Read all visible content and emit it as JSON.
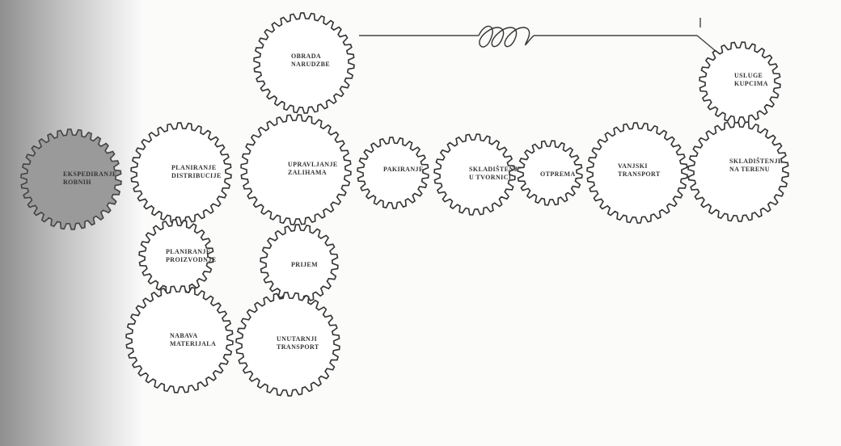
{
  "diagram": {
    "gears": [
      {
        "id": "ekspediranje",
        "lines": [
          "EKSPEDIRANJE",
          "ROBNIH"
        ],
        "shaded": true
      },
      {
        "id": "planiranje-distribucije",
        "lines": [
          "PLANIRANJE",
          "DISTRIBUCIJE"
        ]
      },
      {
        "id": "upravljanje-zalihama",
        "lines": [
          "UPRAVLJANJE",
          "ZALIHAMA"
        ]
      },
      {
        "id": "obrada-narudzbe",
        "lines": [
          "OBRADA",
          "NARUDZBE"
        ]
      },
      {
        "id": "pakiranje",
        "lines": [
          "PAKIRANJE"
        ]
      },
      {
        "id": "skladistenje-u-tvornici",
        "lines": [
          "SKLADIŠTENJE",
          "U TVORNICI"
        ]
      },
      {
        "id": "otprema",
        "lines": [
          "OTPREMA"
        ]
      },
      {
        "id": "vanjski-transport",
        "lines": [
          "VANJSKI",
          "TRANSPORT"
        ]
      },
      {
        "id": "skladistenje-na-terenu",
        "lines": [
          "SKLADIŠTENJE",
          "NA TERENU"
        ]
      },
      {
        "id": "usluge-kupcima",
        "lines": [
          "USLUGE",
          "KUPCIMA"
        ]
      },
      {
        "id": "planiranje-proizvodnje",
        "lines": [
          "PLANIRANJE",
          "PROIZVODNJE"
        ]
      },
      {
        "id": "prijem",
        "lines": [
          "PRIJEM"
        ]
      },
      {
        "id": "nabava-materijala",
        "lines": [
          "NABAVA",
          "MATERIJALA"
        ]
      },
      {
        "id": "unutarnji-transport",
        "lines": [
          "UNUTARNJI",
          "TRANSPORT"
        ]
      }
    ]
  }
}
